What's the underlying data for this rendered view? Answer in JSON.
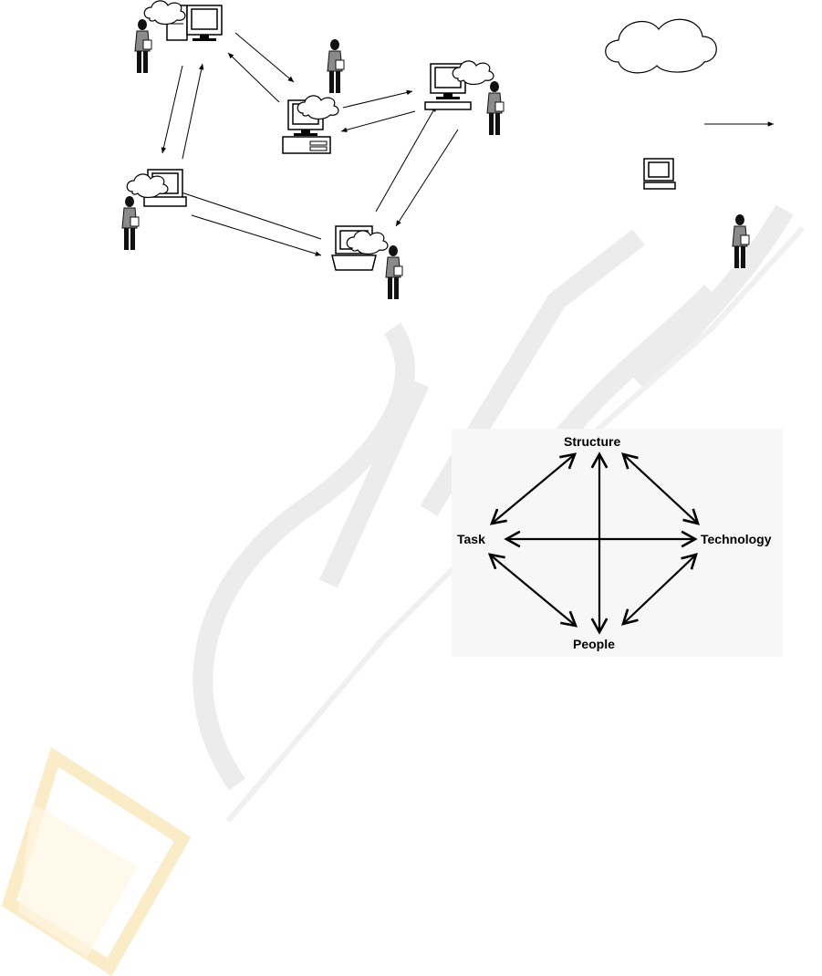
{
  "leavitt_diagram": {
    "nodes": {
      "structure": "Structure",
      "task": "Task",
      "technology": "Technology",
      "people": "People"
    },
    "relations": [
      [
        "Structure",
        "Task"
      ],
      [
        "Structure",
        "Technology"
      ],
      [
        "Structure",
        "People"
      ],
      [
        "Task",
        "Technology"
      ],
      [
        "Task",
        "People"
      ],
      [
        "Technology",
        "People"
      ]
    ]
  },
  "network_diagram": {
    "workstations": [
      "workstation-top-left",
      "workstation-center",
      "workstation-top-right",
      "workstation-left",
      "workstation-laptop"
    ],
    "links": [
      [
        "workstation-top-left",
        "workstation-center"
      ],
      [
        "workstation-center",
        "workstation-top-right"
      ],
      [
        "workstation-top-left",
        "workstation-left"
      ],
      [
        "workstation-left",
        "workstation-laptop"
      ],
      [
        "workstation-laptop",
        "workstation-top-right"
      ]
    ]
  },
  "legend": {
    "symbols": [
      "cloud-icon",
      "arrow-icon",
      "computer-icon",
      "person-icon"
    ]
  },
  "colors": {
    "line": "#000000",
    "person_shirt": "#8a8a8a",
    "person_body": "#111111",
    "diagram_background": "#f7f7f7",
    "watermark": "#e9e9e9",
    "watermark_accent": "#fbeec9"
  }
}
